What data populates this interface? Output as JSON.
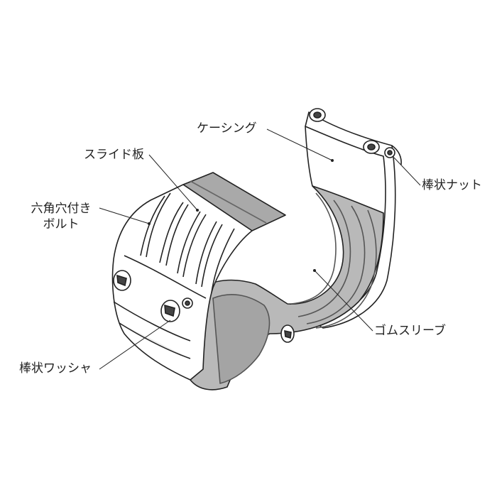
{
  "diagram": {
    "labels": {
      "casing": "ケーシング",
      "slide_plate": "スライド板",
      "hex_bolt_line1": "六角穴付き",
      "hex_bolt_line2": "ボルト",
      "rod_nut": "棒状ナット",
      "rubber_sleeve": "ゴムスリーブ",
      "rod_washer": "棒状ワッシャ"
    },
    "colors": {
      "outline": "#222222",
      "rubber_fill": "#b9b9b9",
      "rubber_shade": "#a4a4a4",
      "plate_fill": "#a9a9a9",
      "metal_fill": "#ffffff",
      "metal_shade": "#ececec"
    },
    "icons": [
      "hex-bolt-icon",
      "rod-nut-icon",
      "rod-washer-icon"
    ]
  }
}
